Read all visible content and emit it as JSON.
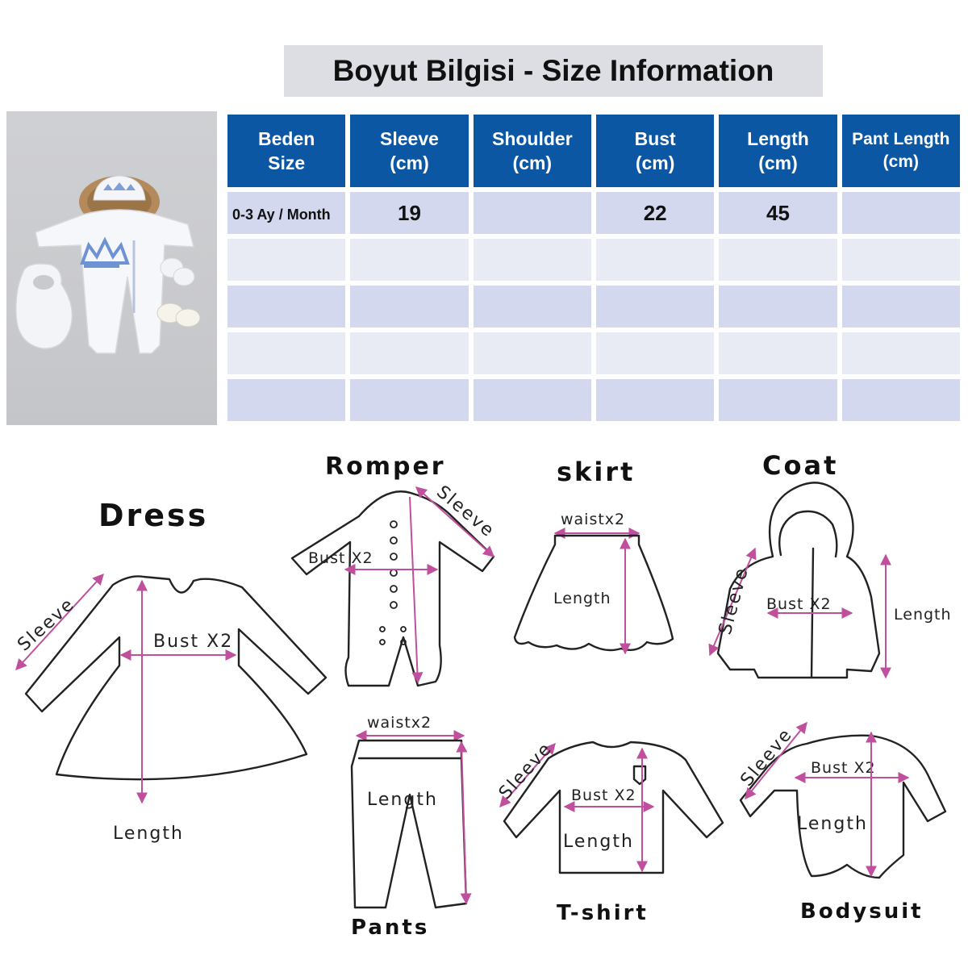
{
  "title": "Boyut Bilgisi - Size Information",
  "table": {
    "headers": [
      {
        "line1": "Beden",
        "line2": "Size"
      },
      {
        "line1": "Sleeve",
        "line2": "(cm)"
      },
      {
        "line1": "Shoulder",
        "line2": "(cm)"
      },
      {
        "line1": "Bust",
        "line2": "(cm)"
      },
      {
        "line1": "Length",
        "line2": "(cm)"
      },
      {
        "line1": "Pant Length",
        "line2": "(cm)"
      }
    ],
    "rows": [
      [
        "0-3 Ay / Month",
        "19",
        "",
        "22",
        "45",
        ""
      ],
      [
        "",
        "",
        "",
        "",
        "",
        ""
      ],
      [
        "",
        "",
        "",
        "",
        "",
        ""
      ],
      [
        "",
        "",
        "",
        "",
        "",
        ""
      ],
      [
        "",
        "",
        "",
        "",
        "",
        ""
      ]
    ]
  },
  "diagrams": {
    "dress": {
      "title": "Dress",
      "sleeve": "Sleeve",
      "bust": "Bust X2",
      "length": "Length"
    },
    "romper": {
      "title": "Romper",
      "sleeve": "Sleeve",
      "bust": "Bust X2"
    },
    "skirt": {
      "title": "skirt",
      "waist": "waistx2",
      "length": "Length"
    },
    "coat": {
      "title": "Coat",
      "sleeve": "Sleeve",
      "bust": "Bust X2",
      "length": "Length"
    },
    "pants": {
      "title": "Pants",
      "waist": "waistx2",
      "length": "Length"
    },
    "tshirt": {
      "title": "T-shirt",
      "sleeve": "Sleeve",
      "bust": "Bust X2",
      "length": "Length"
    },
    "bodysuit": {
      "title": "Bodysuit",
      "sleeve": "Sleeve",
      "bust": "Bust X2",
      "length": "Length"
    }
  },
  "colors": {
    "header_blue": "#0b57a4",
    "row_odd": "#d4d8ee",
    "row_even": "#e9ebf4",
    "marker_pink": "#c0509d",
    "title_bg": "#dcdee3"
  }
}
